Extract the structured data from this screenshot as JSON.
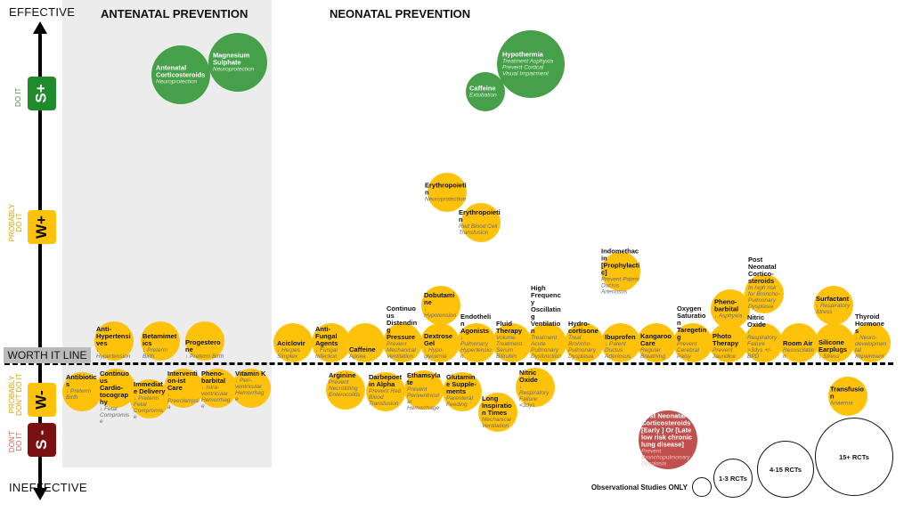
{
  "sections": {
    "antenatal": "ANTENATAL PREVENTION",
    "neonatal": "NEONATAL PREVENTION"
  },
  "axis": {
    "top": "EFFECTIVE",
    "bottom": "INEFFECTIVE",
    "worth_line": "WORTH IT LINE",
    "levels": [
      {
        "badge": "S+",
        "label": "DO IT",
        "color": "#1e8c2a"
      },
      {
        "badge": "W+",
        "label": "PROBABLY DO IT",
        "color": "#fec20b"
      },
      {
        "badge": "W-",
        "label": "PROBABLY DON'T DO IT",
        "color": "#fec20b"
      },
      {
        "badge": "S -",
        "label": "DON'T DO IT",
        "color": "#7b1010"
      }
    ]
  },
  "items": [
    {
      "id": "antenatal-corticosteroids",
      "title": "Antenatal Corticosteroids",
      "sub": "Neuroprotection",
      "color": "green"
    },
    {
      "id": "magnesium-sulphate",
      "title": "Magnesium Sulphate",
      "sub": "Neuroprotection",
      "color": "green"
    },
    {
      "id": "hypothermia",
      "title": "Hypothermia",
      "sub": "Treatment Asphyxia Prevent Cortical Visual Impairment",
      "color": "green"
    },
    {
      "id": "caffeine-extubation",
      "title": "Caffeine",
      "sub": "Extubation",
      "color": "green"
    },
    {
      "id": "erythropoietin-neuro",
      "title": "Erythropoietin",
      "sub": "Neuroprotection",
      "color": "yellow"
    },
    {
      "id": "erythropoietin-rbc",
      "title": "Erythropoietin",
      "sub": "Red Blood Cell Transfusion",
      "color": "yellow"
    },
    {
      "id": "dobutamine",
      "title": "Dobutamine",
      "sub": "↓ Hypotension",
      "color": "yellow"
    },
    {
      "id": "indomethacin",
      "title": "Indomethacin [Prophylactic]",
      "sub": "Prevent Patent Ductus Arteriosus",
      "color": "yellow"
    },
    {
      "id": "phenobarbital-asphyxia",
      "title": "Pheno-barbital",
      "sub": "↓ Asphyxia",
      "color": "yellow"
    },
    {
      "id": "post-neonatal-corticosteroids",
      "title": "Post Neonatal Cortico-steroids",
      "sub": "In high risk for Broncho-Pulmonary Dysplasia",
      "color": "yellow"
    },
    {
      "id": "surfactant",
      "title": "Surfactant",
      "sub": "↓ Respiratory Stress",
      "color": "yellow"
    },
    {
      "id": "anti-hypertensives",
      "title": "Anti-Hypertensives",
      "sub": "↓ Hypertension",
      "color": "yellow"
    },
    {
      "id": "betamimetics",
      "title": "Betamimetics",
      "sub": "↓ Preterm Birth",
      "color": "yellow"
    },
    {
      "id": "progesterone",
      "title": "Progesterone",
      "sub": "↓ Preterm Birth",
      "color": "yellow"
    },
    {
      "id": "aciclovir",
      "title": "Aciclovir",
      "sub": "↓ Herpes Simplex",
      "color": "yellow"
    },
    {
      "id": "anti-fungal",
      "title": "Anti-Fungal Agents",
      "sub": "↓ Fungal Infection",
      "color": "yellow"
    },
    {
      "id": "caffeine-apnea",
      "title": "Caffeine",
      "sub": "Apnea",
      "color": "yellow"
    },
    {
      "id": "continuous-distending",
      "title": "Continuous Distending Pressure",
      "sub": "Prevent Mechanical Ventilation",
      "color": "yellow"
    },
    {
      "id": "dextrose-gel",
      "title": "Dextrose Gel",
      "sub": "↓ Hypo-glycemia",
      "color": "yellow"
    },
    {
      "id": "endothelin",
      "title": "Endothelin Agonists",
      "sub": "↓ Pulmonary Hypertension",
      "color": "yellow"
    },
    {
      "id": "fluid-therapy",
      "title": "Fluid Therapy",
      "sub": "Volume Treatment Serum Bilirubin",
      "color": "yellow"
    },
    {
      "id": "hfov",
      "title": "High Frequency Oscillating Ventilation",
      "sub": "Treatment Acute Pulmonary Dysfunction",
      "color": "yellow"
    },
    {
      "id": "hydrocortisone",
      "title": "Hydro-cortisone",
      "sub": "Treat Broncho-Pulmonary Dysplasia",
      "color": "yellow"
    },
    {
      "id": "ibuprofen",
      "title": "Ibuprofen",
      "sub": "↓ Patent Ductus Arteriosus",
      "color": "yellow"
    },
    {
      "id": "kangaroo-care",
      "title": "Kangaroo Care",
      "sub": "Regular Breathing",
      "color": "yellow"
    },
    {
      "id": "oxygen-saturation",
      "title": "Oxygen Saturation Taregeting",
      "sub": "Prevent Cerebral Palsy",
      "color": "yellow"
    },
    {
      "id": "photo-therapy",
      "title": "Photo Therapy",
      "sub": "Prevent Jaundice",
      "color": "yellow"
    },
    {
      "id": "nitric-oxide-bpd",
      "title": "Nitric Oxide",
      "sub": "↓ Respiratory Failure >3dys +/- BPD",
      "color": "yellow"
    },
    {
      "id": "room-air",
      "title": "Room Air",
      "sub": "Resuscitation",
      "color": "yellow"
    },
    {
      "id": "silicone-earplugs",
      "title": "Silicone Earplugs",
      "sub": "↓ Stress",
      "color": "yellow"
    },
    {
      "id": "thyroid-hormones",
      "title": "Thyroid Hormones",
      "sub": "↓ Neuro-developmental Impairment",
      "color": "yellow"
    },
    {
      "id": "antibiotics",
      "title": "Antibiotics",
      "sub": "↓ Preterm Birth",
      "color": "yellow"
    },
    {
      "id": "cardiotocography",
      "title": "Continuous Cardio-tocography",
      "sub": "↓ Fetal Compromise",
      "color": "yellow"
    },
    {
      "id": "immediate-delivery",
      "title": "Immediate Delivery",
      "sub": "↓ Preterm Fetal Compromise",
      "color": "yellow"
    },
    {
      "id": "interventionist-care",
      "title": "Intervention-ist Care",
      "sub": "↓ Preeclampsia",
      "color": "yellow"
    },
    {
      "id": "phenobarbital-ivh",
      "title": "Pheno-barbital",
      "sub": "↓ Intra-ventricular Hemorrhage",
      "color": "yellow"
    },
    {
      "id": "vitamin-k",
      "title": "Vitamin K",
      "sub": "↓ Peri-ventricular Hemorrhage",
      "color": "yellow"
    },
    {
      "id": "arginine",
      "title": "Arginine",
      "sub": "Prevent Necrotizing Enterocolitis",
      "color": "yellow"
    },
    {
      "id": "darbepoetin",
      "title": "Darbepoetin Alpha",
      "sub": "Prevent Red Blood Transfusion",
      "color": "yellow"
    },
    {
      "id": "ethamsylate",
      "title": "Ethamsylate",
      "sub": "Prevent Periventricular Hemorrhage",
      "color": "yellow"
    },
    {
      "id": "glutamine",
      "title": "Glutamine Supple-ments",
      "sub": "Parenteral Feeding",
      "color": "yellow"
    },
    {
      "id": "long-inspiration",
      "title": "Long Inspiration Times",
      "sub": "Mechanical Ventilation",
      "color": "yellow"
    },
    {
      "id": "nitric-oxide",
      "title": "Nitric Oxide",
      "sub": "↓ Respiratory Failure <3dys",
      "color": "yellow"
    },
    {
      "id": "transfusion",
      "title": "Transfusion",
      "sub": "Anaemia",
      "color": "yellow"
    },
    {
      "id": "post-neonatal-early",
      "title": "Post Neonatal Corticosteroids [Early ] Or [Late low risk chronic lung disease]",
      "sub": "Prevent Bronchopulmonary Dysplasia",
      "color": "red"
    }
  ],
  "legend": {
    "observational": "Observational Studies ONLY",
    "sizes": [
      {
        "id": "1-3",
        "label": "1-3 RCTs"
      },
      {
        "id": "4-15",
        "label": "4-15 RCTs"
      },
      {
        "id": "15plus",
        "label": "15+ RCTs"
      }
    ]
  }
}
